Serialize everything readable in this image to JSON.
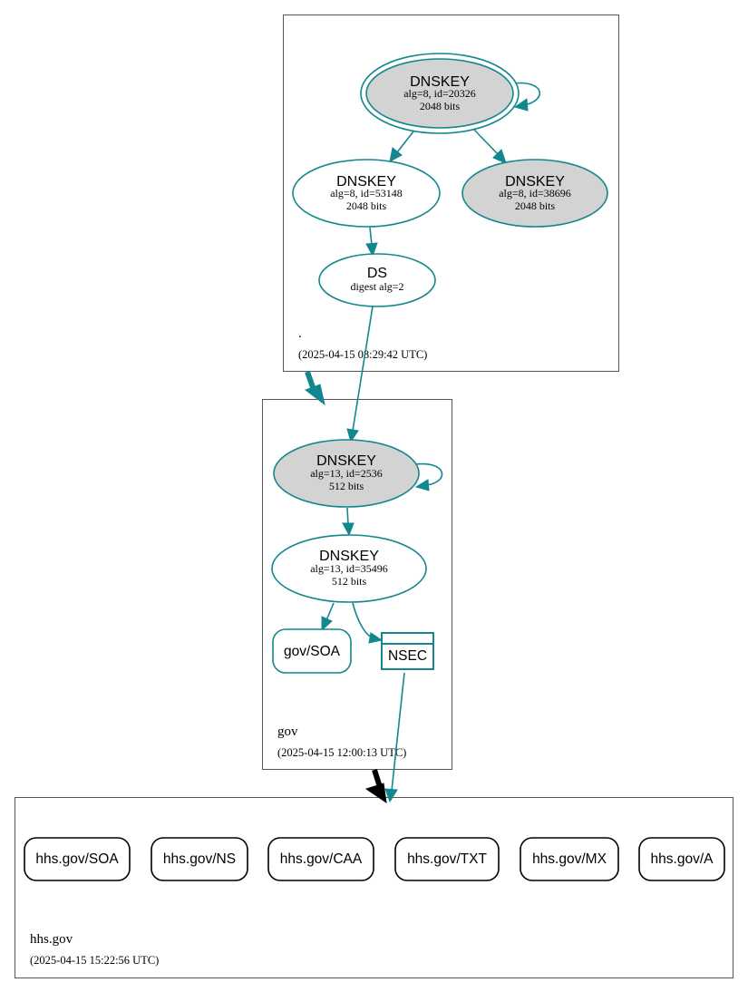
{
  "colors": {
    "accent": "#12878f",
    "node_fill": "#d3d3d3",
    "delegation_insecure": "#000000"
  },
  "zones": {
    "root": {
      "name": ".",
      "timestamp": "(2025-04-15 08:29:42 UTC)"
    },
    "gov": {
      "name": "gov",
      "timestamp": "(2025-04-15 12:00:13 UTC)"
    },
    "hhs": {
      "name": "hhs.gov",
      "timestamp": "(2025-04-15 15:22:56 UTC)"
    }
  },
  "nodes": {
    "root_ksk": {
      "type": "DNSKEY",
      "line1": "alg=8, id=20326",
      "line2": "2048 bits"
    },
    "root_zsk1": {
      "type": "DNSKEY",
      "line1": "alg=8, id=53148",
      "line2": "2048 bits"
    },
    "root_zsk2": {
      "type": "DNSKEY",
      "line1": "alg=8, id=38696",
      "line2": "2048 bits"
    },
    "gov_ds": {
      "type": "DS",
      "line1": "digest alg=2"
    },
    "gov_ksk": {
      "type": "DNSKEY",
      "line1": "alg=13, id=2536",
      "line2": "512 bits"
    },
    "gov_zsk": {
      "type": "DNSKEY",
      "line1": "alg=13, id=35496",
      "line2": "512 bits"
    },
    "gov_soa": {
      "label": "gov/SOA"
    },
    "gov_nsec": {
      "label": "NSEC"
    }
  },
  "records": [
    "hhs.gov/SOA",
    "hhs.gov/NS",
    "hhs.gov/CAA",
    "hhs.gov/TXT",
    "hhs.gov/MX",
    "hhs.gov/A"
  ]
}
